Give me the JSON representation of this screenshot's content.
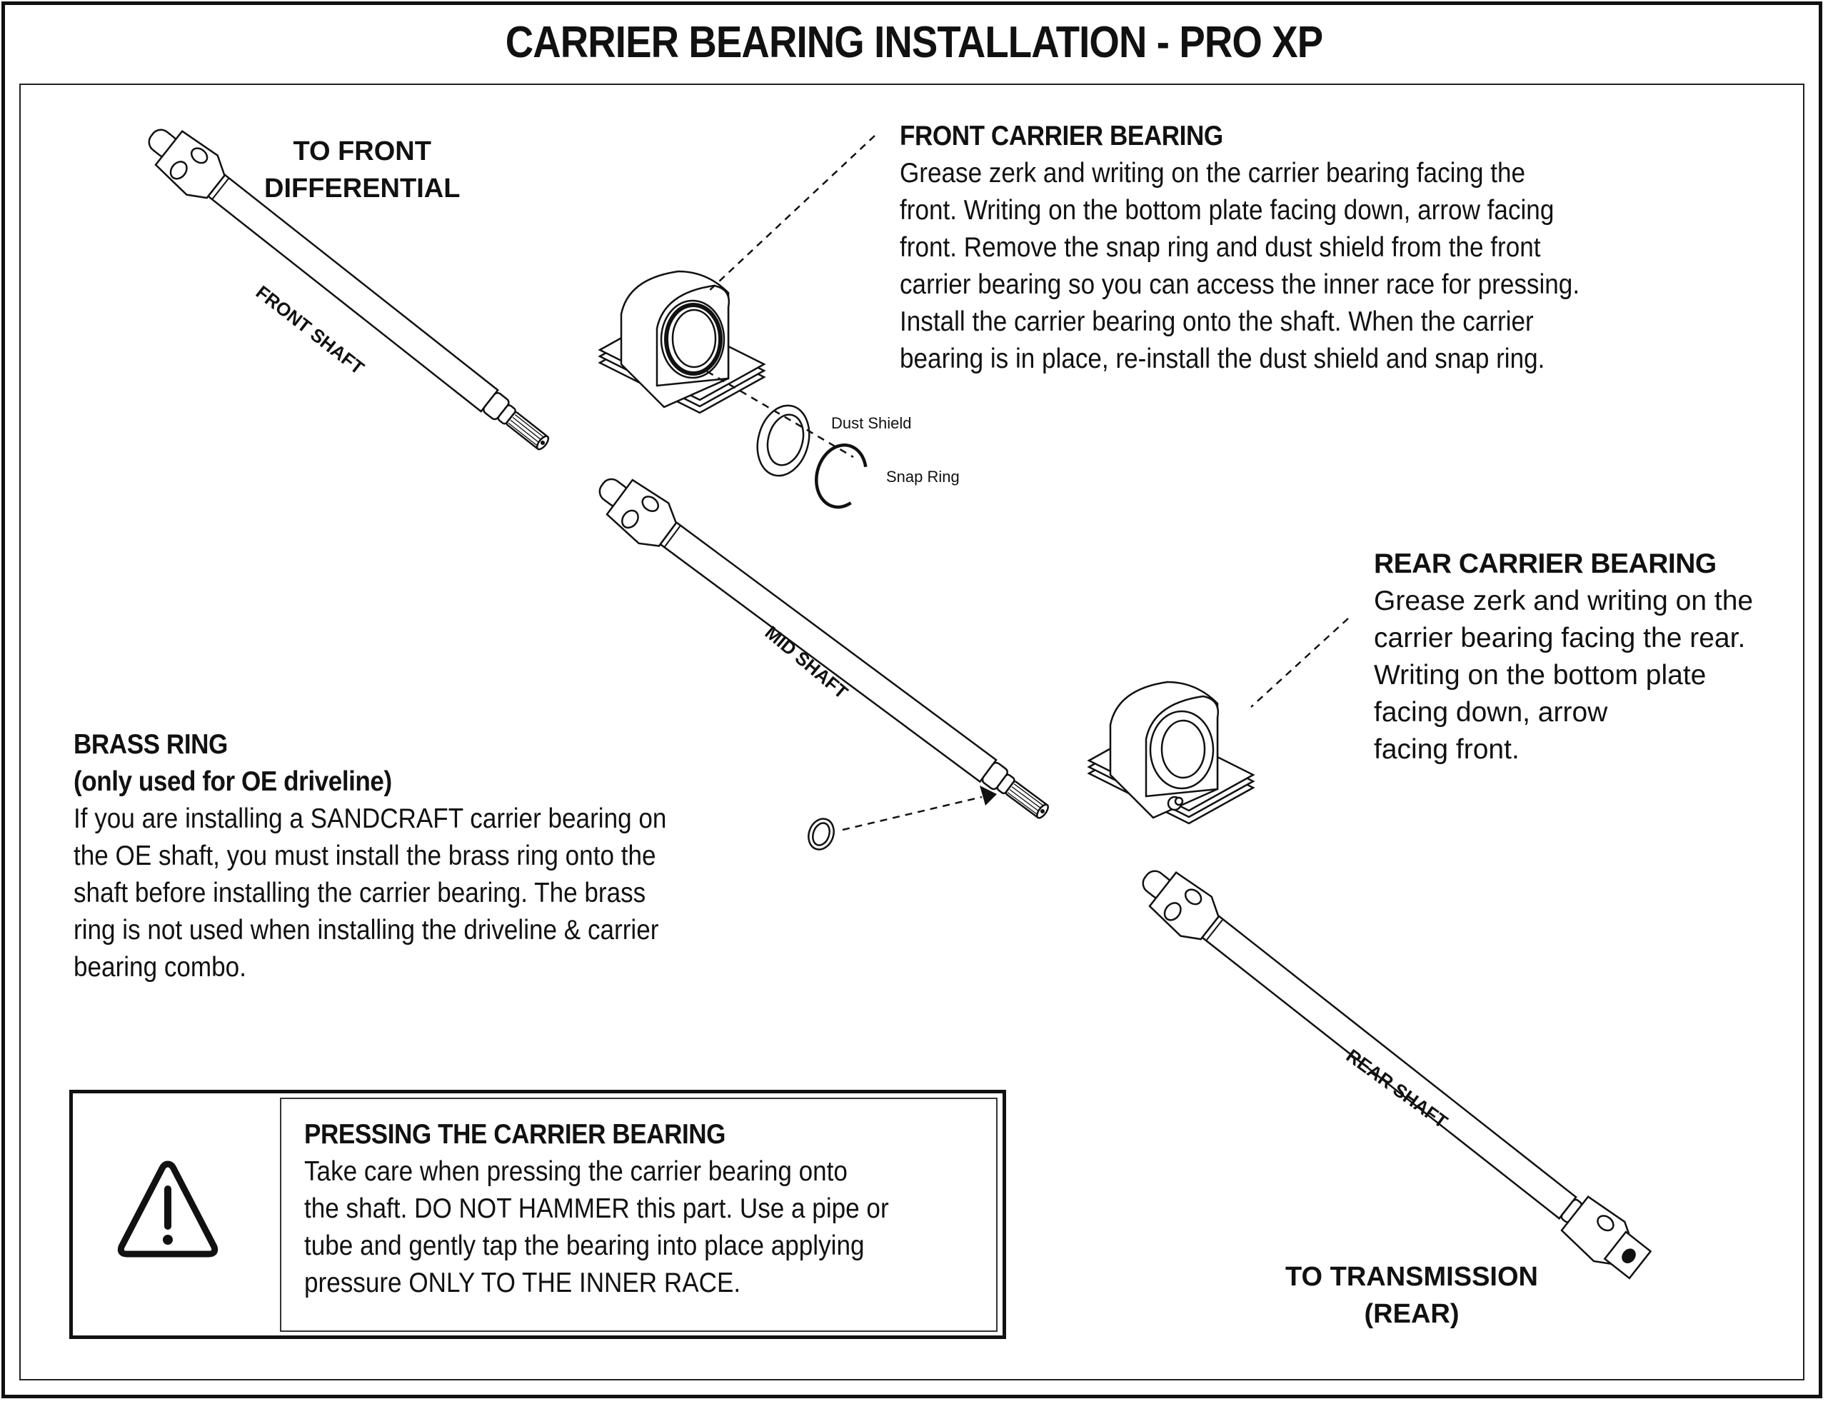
{
  "title": "CARRIER BEARING INSTALLATION - PRO XP",
  "labels": {
    "to_front": [
      "TO FRONT",
      "DIFFERENTIAL"
    ],
    "to_transmission": [
      "TO TRANSMISSION",
      "(REAR)"
    ],
    "front_shaft": "FRONT SHAFT",
    "mid_shaft": "MID SHAFT",
    "rear_shaft": "REAR SHAFT",
    "dust_shield": "Dust Shield",
    "snap_ring": "Snap Ring"
  },
  "front_bearing": {
    "heading": "FRONT CARRIER BEARING",
    "lines": [
      "Grease zerk and writing on the carrier bearing facing the",
      "front. Writing on  the bottom plate facing down, arrow facing",
      "front. Remove the snap ring and dust shield from the front",
      "carrier bearing so you can access the inner race for pressing.",
      "Install the carrier bearing onto the shaft. When the carrier",
      "bearing is in place, re-install the dust shield and snap ring."
    ]
  },
  "rear_bearing": {
    "heading": "REAR CARRIER BEARING",
    "lines": [
      "Grease zerk and writing on the",
      "carrier bearing facing the rear.",
      "Writing on the bottom plate",
      "facing down, arrow",
      "facing front."
    ]
  },
  "brass_ring": {
    "heading": "BRASS RING",
    "subheading": "(only used for OE driveline)",
    "lines": [
      "If you are installing a SANDCRAFT carrier bearing on",
      "the OE shaft, you must install the brass ring onto the",
      "shaft before installing the carrier bearing. The brass",
      "ring is not used when installing the driveline & carrier",
      "bearing combo."
    ]
  },
  "warning": {
    "icon": "warning-triangle-icon",
    "heading": "PRESSING THE CARRIER BEARING",
    "lines": [
      "Take care when pressing the carrier bearing onto",
      "the shaft. DO NOT HAMMER this part. Use a pipe or",
      "tube and gently tap the bearing into place applying",
      "pressure ONLY TO THE INNER RACE."
    ]
  }
}
